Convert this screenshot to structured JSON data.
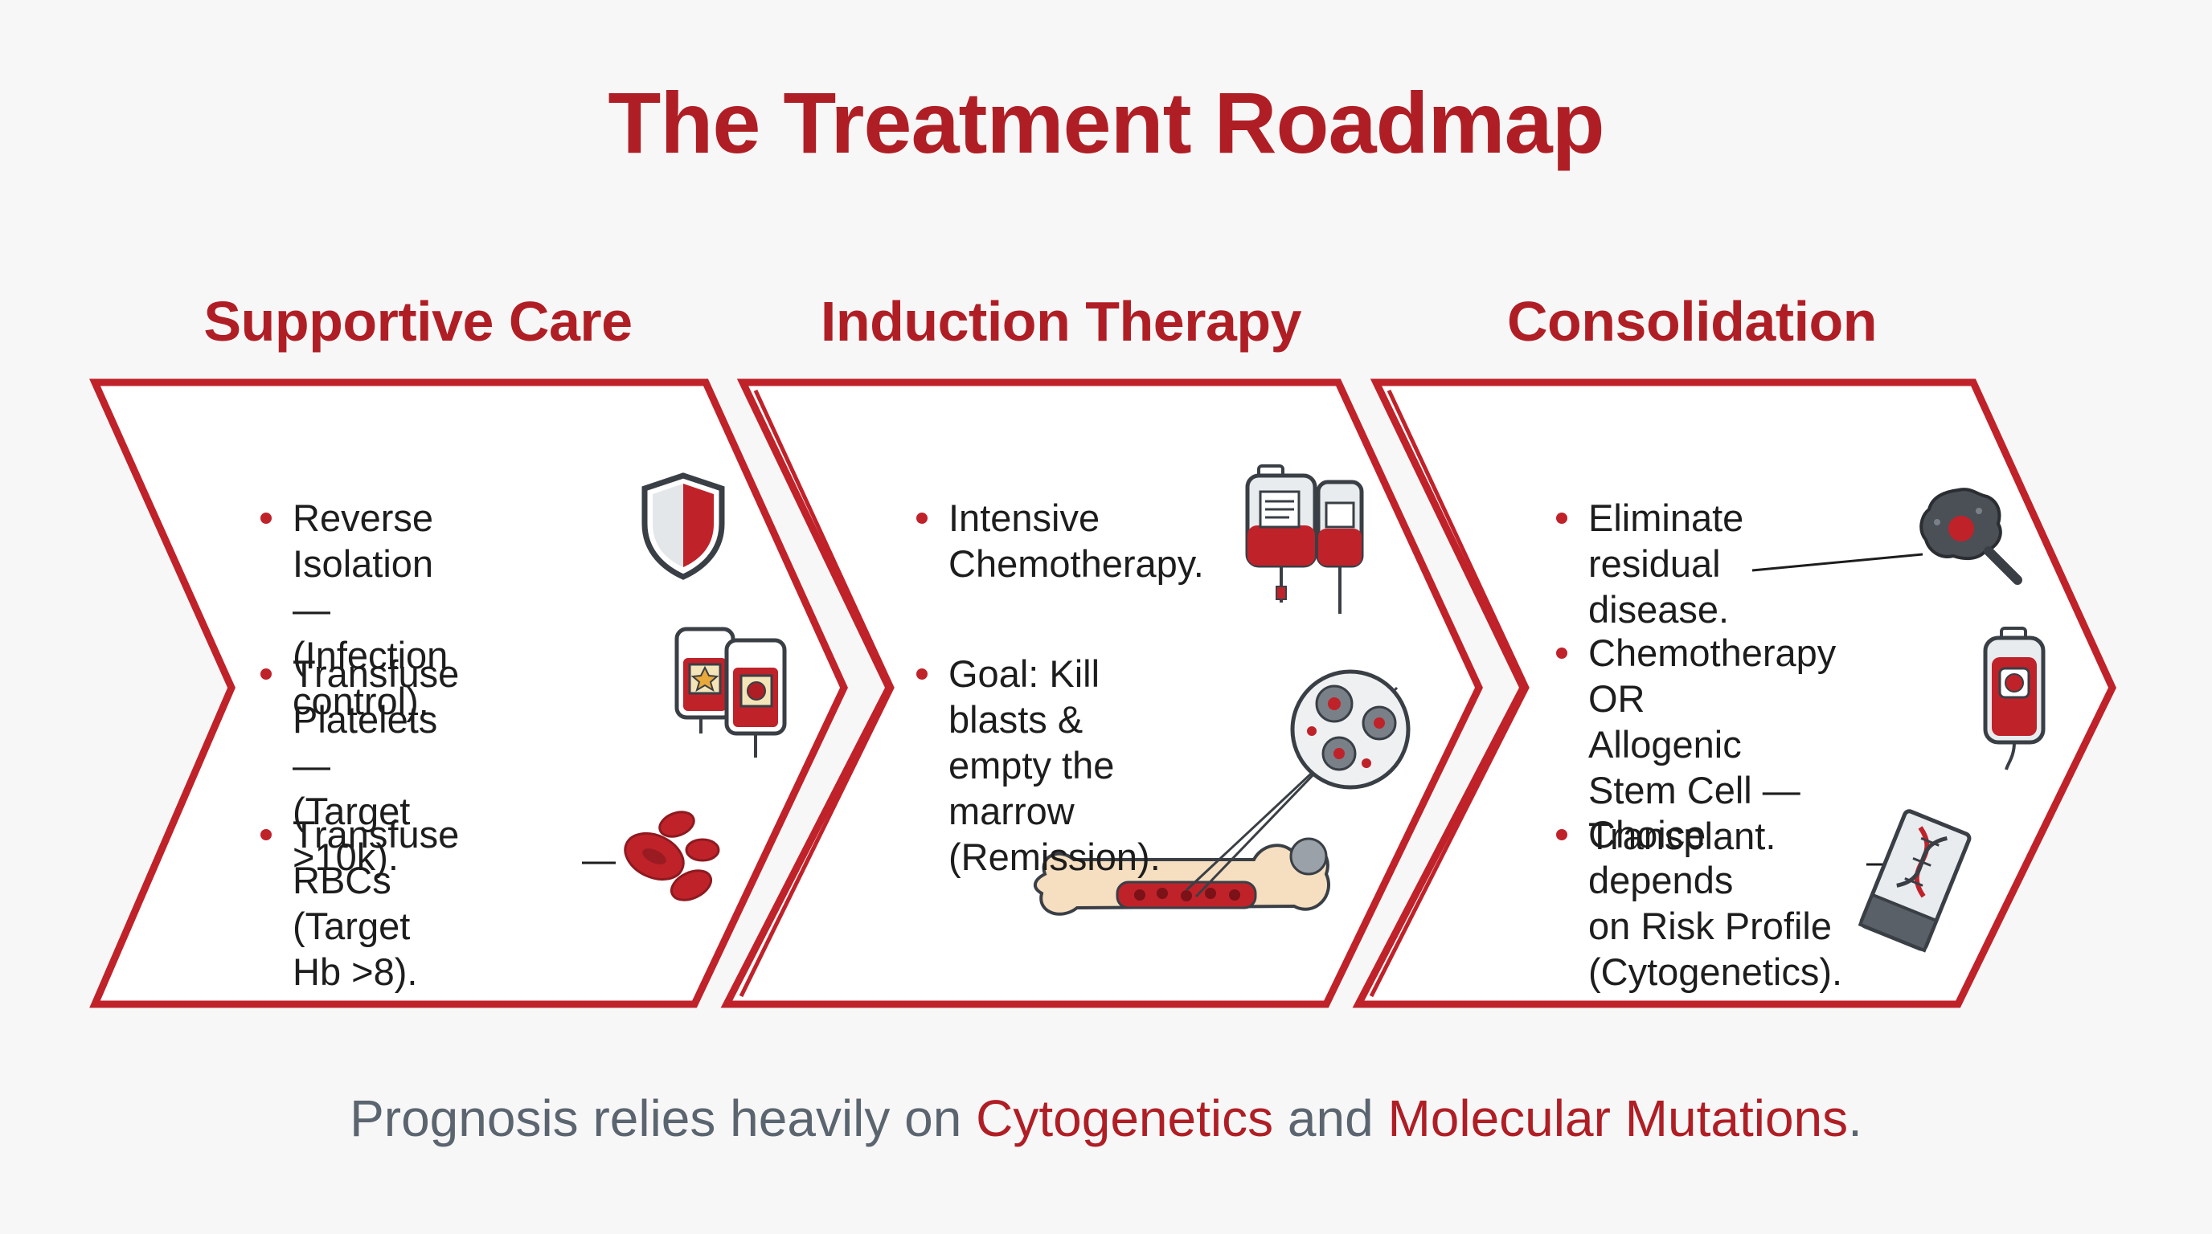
{
  "title": "The Treatment Roadmap",
  "stages": [
    {
      "heading": "Supportive Care",
      "bullets": [
        {
          "text": "Reverse Isolation —\n(Infection control).",
          "icon": "shield-icon"
        },
        {
          "text": "Transfuse Platelets —\n(Target >10k).",
          "icon": "platelet-bags-icon"
        },
        {
          "text": "Transfuse RBCs\n(Target Hb >8).",
          "icon": "red-blood-cells-icon"
        }
      ]
    },
    {
      "heading": "Induction Therapy",
      "bullets": [
        {
          "text": "Intensive\nChemotherapy.",
          "icon": "chemo-bags-icon"
        },
        {
          "text": "Goal: Kill blasts &\nempty the\nmarrow\n(Remission).",
          "icon": "bone-marrow-icon"
        }
      ]
    },
    {
      "heading": "Consolidation",
      "bullets": [
        {
          "text": "Eliminate residual\ndisease.",
          "icon": "residual-cell-magnifier-icon"
        },
        {
          "text": "Chemotherapy OR\nAllogenic Stem Cell —\nTransplant.",
          "icon": "stem-cell-bag-icon"
        },
        {
          "text": "Choice depends\non Risk Profile\n(Cytogenetics).",
          "icon": "dna-slide-icon"
        }
      ]
    }
  ],
  "footer": {
    "prefix": "Prognosis relies heavily on ",
    "highlight1": "Cytogenetics",
    "middle": " and ",
    "highlight2": "Molecular Mutations",
    "suffix": "."
  },
  "colors": {
    "accent": "#b01e25",
    "text": "#1d1d1d",
    "footer_text": "#5b6570",
    "background": "#f7f7f7"
  }
}
